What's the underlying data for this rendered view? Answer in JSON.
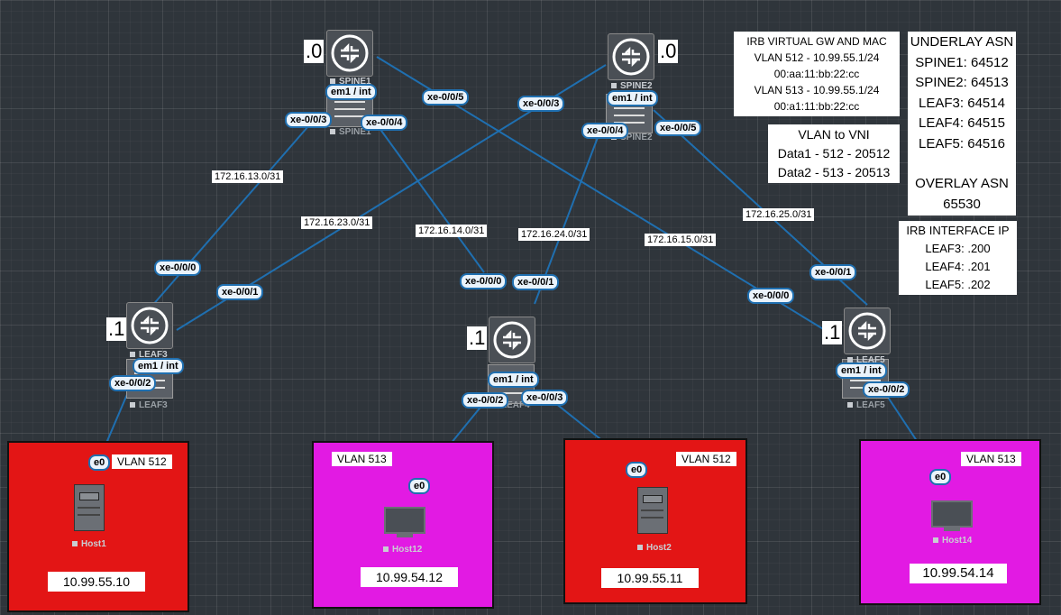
{
  "colors": {
    "red": "#e31515",
    "magenta": "#e21ae3",
    "link": "#1f6fb0",
    "background": "#2f353b"
  },
  "devices": {
    "spine1": {
      "label": "SPINE1",
      "ip_suffix": ".0",
      "mgmt": "em1 / int"
    },
    "spine2": {
      "label": "SPINE2",
      "ip_suffix": ".0",
      "mgmt": "em1 / int"
    },
    "leaf3": {
      "label": "LEAF3",
      "ip_suffix": ".1",
      "mgmt": "em1 / int"
    },
    "leaf4": {
      "label": "LEAF4",
      "ip_suffix": ".1",
      "mgmt": "em1 / int"
    },
    "leaf5": {
      "label": "LEAF5",
      "ip_suffix": ".1",
      "mgmt": "em1 / int"
    }
  },
  "interfaces": {
    "spine1_leaf3": "xe-0/0/3",
    "spine1_leaf4": "xe-0/0/4",
    "spine1_leaf5": "xe-0/0/5",
    "spine2_leaf3": "xe-0/0/3",
    "spine2_leaf4": "xe-0/0/4",
    "spine2_leaf5": "xe-0/0/5",
    "leaf3_up1": "xe-0/0/0",
    "leaf3_up2": "xe-0/0/1",
    "leaf3_down": "xe-0/0/2",
    "leaf4_up1": "xe-0/0/0",
    "leaf4_up2": "xe-0/0/1",
    "leaf4_down1": "xe-0/0/2",
    "leaf4_down2": "xe-0/0/3",
    "leaf5_up1": "xe-0/0/0",
    "leaf5_up2": "xe-0/0/1",
    "leaf5_down": "xe-0/0/2",
    "host_port": "e0"
  },
  "subnets": {
    "s13": "172.16.13.0/31",
    "s23": "172.16.23.0/31",
    "s14": "172.16.14.0/31",
    "s24": "172.16.24.0/31",
    "s15": "172.16.15.0/31",
    "s25": "172.16.25.0/31"
  },
  "hosts": {
    "host1": {
      "label": "Host1",
      "vlan": "VLAN 512",
      "ip": "10.99.55.10"
    },
    "host12": {
      "label": "Host12",
      "vlan": "VLAN 513",
      "ip": "10.99.54.12"
    },
    "host2": {
      "label": "Host2",
      "vlan": "VLAN 512",
      "ip": "10.99.55.11"
    },
    "host14": {
      "label": "Host14",
      "vlan": "VLAN 513",
      "ip": "10.99.54.14"
    }
  },
  "info": {
    "irb_gw": [
      "IRB VIRTUAL GW AND MAC",
      "VLAN 512 - 10.99.55.1/24",
      "00:aa:11:bb:22:cc",
      "VLAN 513 - 10.99.55.1/24",
      "00:a1:11:bb:22:cc"
    ],
    "vni": [
      "VLAN to VNI",
      "Data1 - 512 - 20512",
      "Data2 - 513 - 20513"
    ],
    "asn": [
      "UNDERLAY ASN",
      "SPINE1: 64512",
      "SPINE2: 64513",
      "LEAF3: 64514",
      "LEAF4: 64515",
      "LEAF5: 64516",
      "",
      "OVERLAY ASN",
      "65530"
    ],
    "irb_if": [
      "IRB INTERFACE IP",
      "LEAF3: .200",
      "LEAF4: .201",
      "LEAF5: .202"
    ]
  }
}
